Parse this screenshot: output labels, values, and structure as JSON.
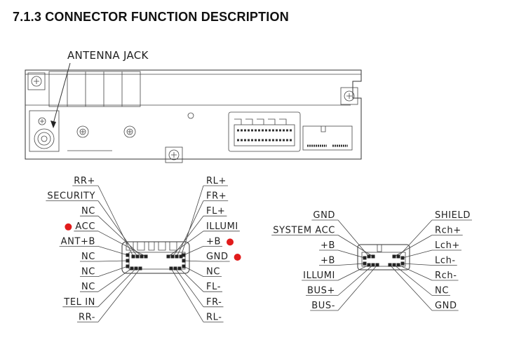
{
  "title": "7.1.3 CONNECTOR FUNCTION DESCRIPTION",
  "antenna_label": "ANTENNA JACK",
  "colors": {
    "highlight_dot": "#e11b1b",
    "line": "#333333"
  },
  "connector_a": {
    "left_pins": [
      {
        "label": "RR+"
      },
      {
        "label": "SECURITY"
      },
      {
        "label": "NC"
      },
      {
        "label": "ACC",
        "highlighted": true
      },
      {
        "label": "ANT+B"
      },
      {
        "label": "NC"
      },
      {
        "label": "NC"
      },
      {
        "label": "NC"
      },
      {
        "label": "TEL IN"
      },
      {
        "label": "RR-"
      }
    ],
    "right_pins": [
      {
        "label": "RL+"
      },
      {
        "label": "FR+"
      },
      {
        "label": "FL+"
      },
      {
        "label": "ILLUMI"
      },
      {
        "label": "+B",
        "highlighted": true
      },
      {
        "label": "GND",
        "highlighted": true
      },
      {
        "label": "NC"
      },
      {
        "label": "FL-"
      },
      {
        "label": "FR-"
      },
      {
        "label": "RL-"
      }
    ]
  },
  "connector_b": {
    "left_pins": [
      {
        "label": "GND"
      },
      {
        "label": "SYSTEM ACC"
      },
      {
        "label": "+B"
      },
      {
        "label": "+B"
      },
      {
        "label": "ILLUMI"
      },
      {
        "label": "BUS+"
      },
      {
        "label": "BUS-"
      }
    ],
    "right_pins": [
      {
        "label": "SHIELD"
      },
      {
        "label": "Rch+"
      },
      {
        "label": "Lch+"
      },
      {
        "label": "Lch-"
      },
      {
        "label": "Rch-"
      },
      {
        "label": "NC"
      },
      {
        "label": "GND"
      }
    ]
  }
}
